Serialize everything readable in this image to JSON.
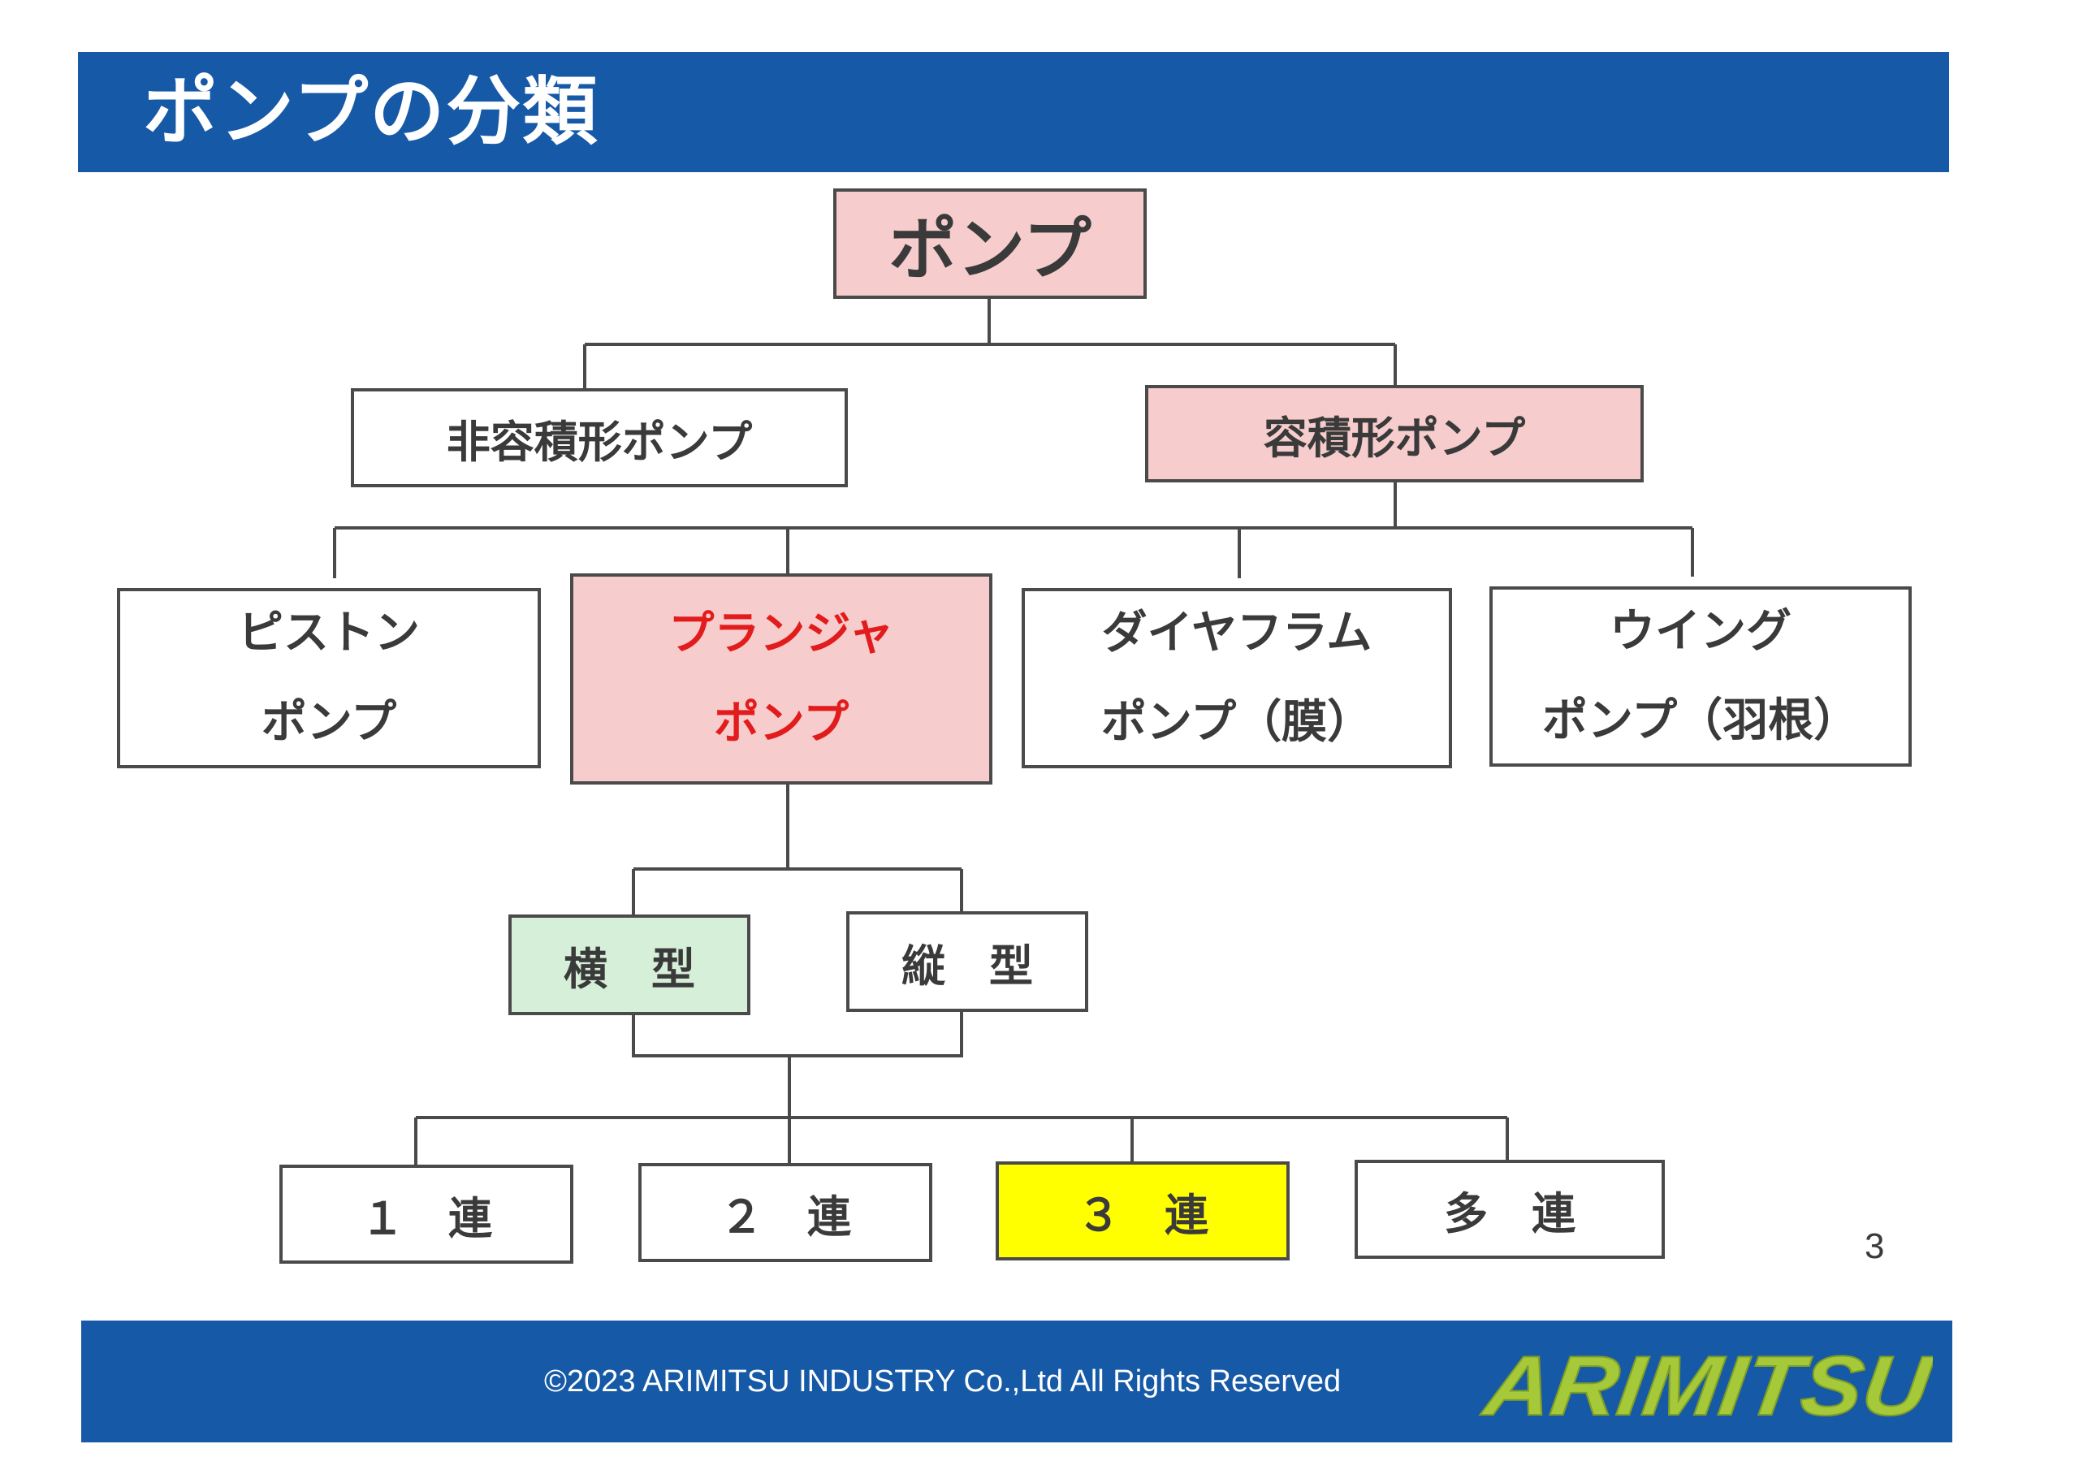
{
  "header": {
    "title": "ポンプの分類"
  },
  "diagram": {
    "root": {
      "label": "ポンプ"
    },
    "level1": [
      {
        "label": "非容積形ポンプ"
      },
      {
        "label": "容積形ポンプ"
      }
    ],
    "level2": [
      {
        "line1": "ピストン",
        "line2": "ポンプ"
      },
      {
        "line1": "プランジャ",
        "line2": "ポンプ"
      },
      {
        "line1": "ダイヤフラム",
        "line2": "ポンプ（膜）"
      },
      {
        "line1": "ウイング",
        "line2": "ポンプ（羽根）"
      }
    ],
    "level3": [
      {
        "label": "横　型"
      },
      {
        "label": "縦　型"
      }
    ],
    "level4": [
      {
        "label": "１　連"
      },
      {
        "label": "２　連"
      },
      {
        "label": "３　連"
      },
      {
        "label": "多　連"
      }
    ],
    "colors": {
      "highlight_pink": "#f6cccc",
      "highlight_green": "#d6efd9",
      "highlight_yellow": "#ffff00",
      "highlight_text_red": "#e21c1c",
      "border": "#4a4a4a"
    }
  },
  "page_number": "3",
  "footer": {
    "copyright": "©2023 ARIMITSU INDUSTRY Co.,Ltd All Rights Reserved",
    "brand": "ARIMITSU",
    "bar_color": "#1659a6",
    "brand_color": "#a6c93a"
  }
}
